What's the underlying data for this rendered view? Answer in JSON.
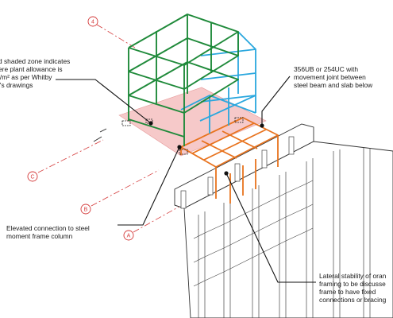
{
  "annotations": {
    "top_left": {
      "lines": [
        "d shaded zone indicates",
        "ere plant allowance is",
        "l/m² as per Whitby",
        "i's drawings"
      ]
    },
    "top_right": {
      "lines": [
        "356UB or 254UC with",
        "movement joint between",
        "steel beam and slab below"
      ]
    },
    "bottom_left": {
      "lines": [
        "Elevated connection to steel",
        "moment frame column"
      ]
    },
    "bottom_right": {
      "lines": [
        "Lateral stability of oran",
        "framing to be discusse",
        "frame to have fixed",
        "connections or bracing"
      ]
    }
  },
  "grid_tags": [
    "4",
    "C",
    "B",
    "A"
  ],
  "colors": {
    "green_frame": "#1f8a3a",
    "blue_frame": "#2aa7de",
    "orange_frame": "#e8731e",
    "shaded_zone": "#f6c9c9",
    "grid_line": "#d43a3a",
    "building": "#333333"
  }
}
